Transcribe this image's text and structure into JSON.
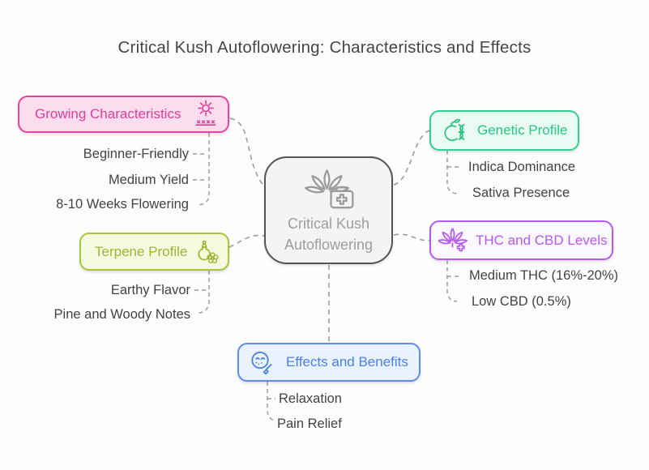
{
  "title": "Critical Kush Autoflowering: Characteristics and Effects",
  "center_node": {
    "icon": "cannabis-medkit-icon",
    "line1": "Critical Kush",
    "line2": "Autoflowering"
  },
  "branches": [
    {
      "label": "Growing Characteristics",
      "icon": "sun-seedlings-icon",
      "accent": "#e5459c",
      "background": "#fbddee",
      "children": [
        "Beginner-Friendly",
        "Medium Yield",
        "8-10 Weeks Flowering"
      ]
    },
    {
      "label": "Terpene Profile",
      "icon": "perfume-flower-icon",
      "accent": "#9cb634",
      "background": "#f5fade",
      "children": [
        "Earthy Flavor",
        "Pine and Woody Notes"
      ]
    },
    {
      "label": "Genetic Profile",
      "icon": "apple-dna-icon",
      "accent": "#2cc488",
      "background": "#e9fbf3",
      "children": [
        "Indica Dominance",
        "Sativa Presence"
      ]
    },
    {
      "label": "THC and CBD Levels",
      "icon": "cannabis-cross-icon",
      "accent": "#b55af0",
      "background": "#fcf8ff",
      "children": [
        "Medium THC (16%-20%)",
        "Low CBD (0.5%)"
      ]
    },
    {
      "label": "Effects and Benefits",
      "icon": "face-brush-icon",
      "accent": "#4b80e6",
      "background": "#eaf2fe",
      "children": [
        "Relaxation",
        "Pain Relief"
      ]
    }
  ],
  "line_color": "#9c9c9c"
}
